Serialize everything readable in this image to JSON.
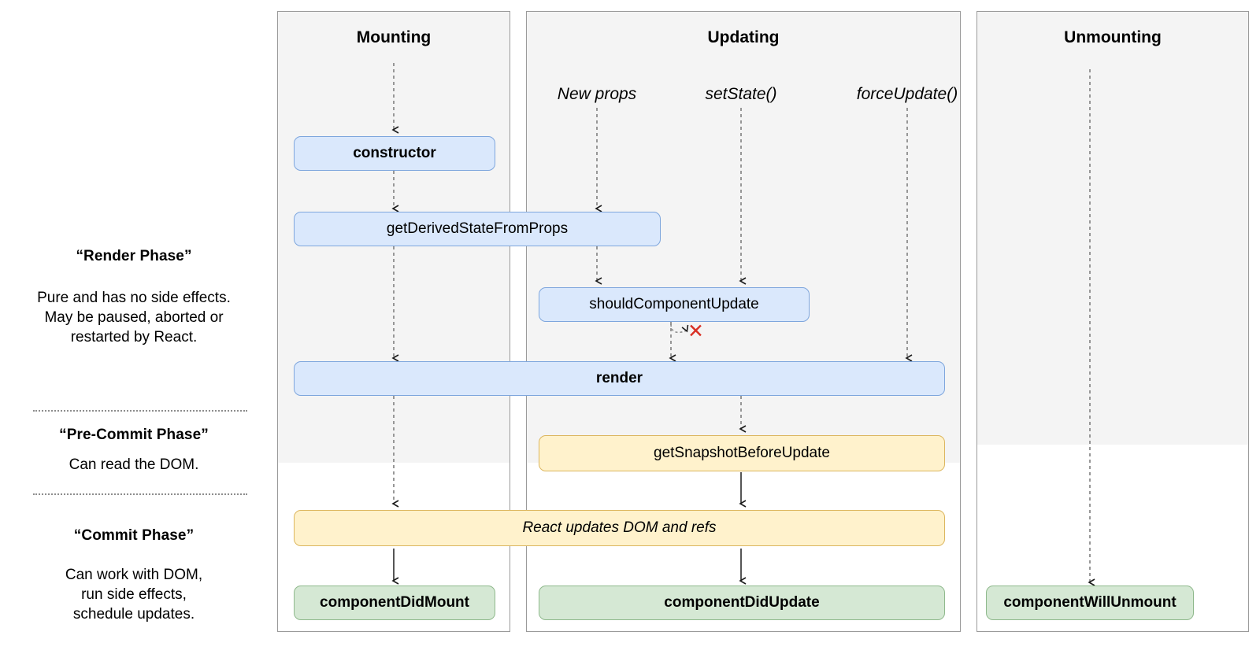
{
  "legend": {
    "blocks": [
      {
        "title": "“Render Phase”",
        "body": "Pure and has no side effects.\nMay be paused, aborted or\nrestarted by React."
      },
      {
        "title": "“Pre-Commit Phase”",
        "body": "Can read the DOM."
      },
      {
        "title": "“Commit Phase”",
        "body": "Can work with DOM,\nrun side effects,\nschedule updates."
      }
    ]
  },
  "columns": [
    {
      "id": "mounting",
      "title": "Mounting"
    },
    {
      "id": "updating",
      "title": "Updating"
    },
    {
      "id": "unmounting",
      "title": "Unmounting"
    }
  ],
  "triggers": [
    {
      "id": "new-props",
      "label": "New props"
    },
    {
      "id": "set-state",
      "label": "setState()"
    },
    {
      "id": "force-update",
      "label": "forceUpdate()"
    }
  ],
  "nodes": {
    "constructor": "constructor",
    "get_derived_state_from_props": "getDerivedStateFromProps",
    "should_component_update": "shouldComponentUpdate",
    "render": "render",
    "get_snapshot_before_update": "getSnapshotBeforeUpdate",
    "react_updates_dom_and_refs": "React updates DOM and refs",
    "component_did_mount": "componentDidMount",
    "component_did_update": "componentDidUpdate",
    "component_will_unmount": "componentWillUnmount"
  },
  "markers": {
    "skip_update": "✕"
  },
  "colors": {
    "blue_fill": "#dae8fc",
    "blue_stroke": "#7ea6dd",
    "yellow_fill": "#fff2cc",
    "yellow_stroke": "#dcb65e",
    "green_fill": "#d5e8d4",
    "green_stroke": "#8fb98c",
    "panel_fill": "#f4f4f4",
    "panel_stroke": "#9a9a9a",
    "skip_marker": "#d93025"
  }
}
